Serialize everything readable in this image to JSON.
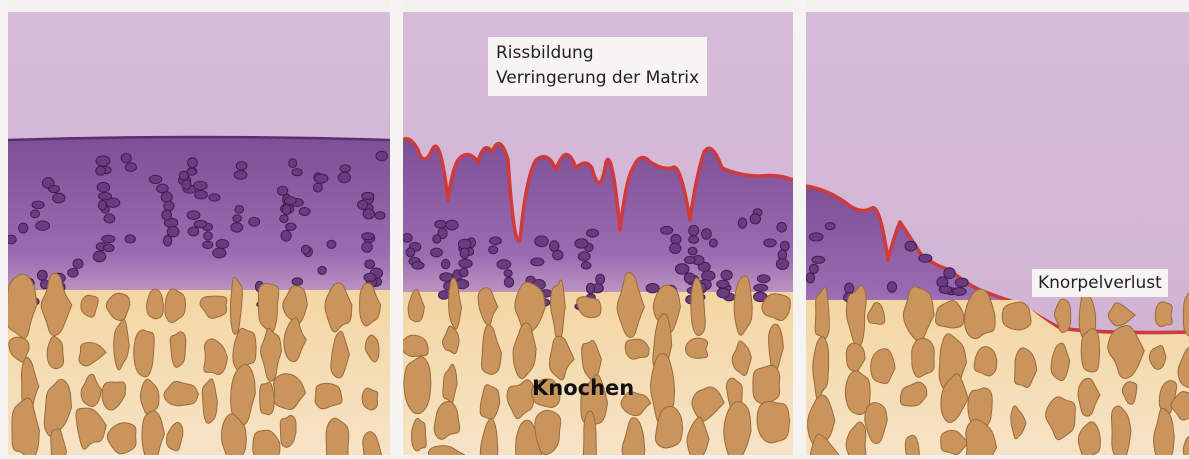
{
  "labels": {
    "panel2_line1": "Rissbildung",
    "panel2_line2": "Verringerung der Matrix",
    "panel3": "Knorpelverlust",
    "bone": "Knochen"
  },
  "colors": {
    "background": "#f4f2ef",
    "fluid": "#d8bdd9",
    "cartilage": "#8a5b9f",
    "cartilage_light": "#c99fc7",
    "bone": "#f2d5a8",
    "trabecula": "#c9955c",
    "trabecula_edge": "#9c6a3a",
    "cell": "#6a3b7e",
    "cell_edge": "#3e1f52",
    "surface": "#cf3a3a",
    "divider": "#f6f4f2"
  },
  "icons": [
    "cartilage-cell-icon",
    "bone-trabecula-icon"
  ]
}
